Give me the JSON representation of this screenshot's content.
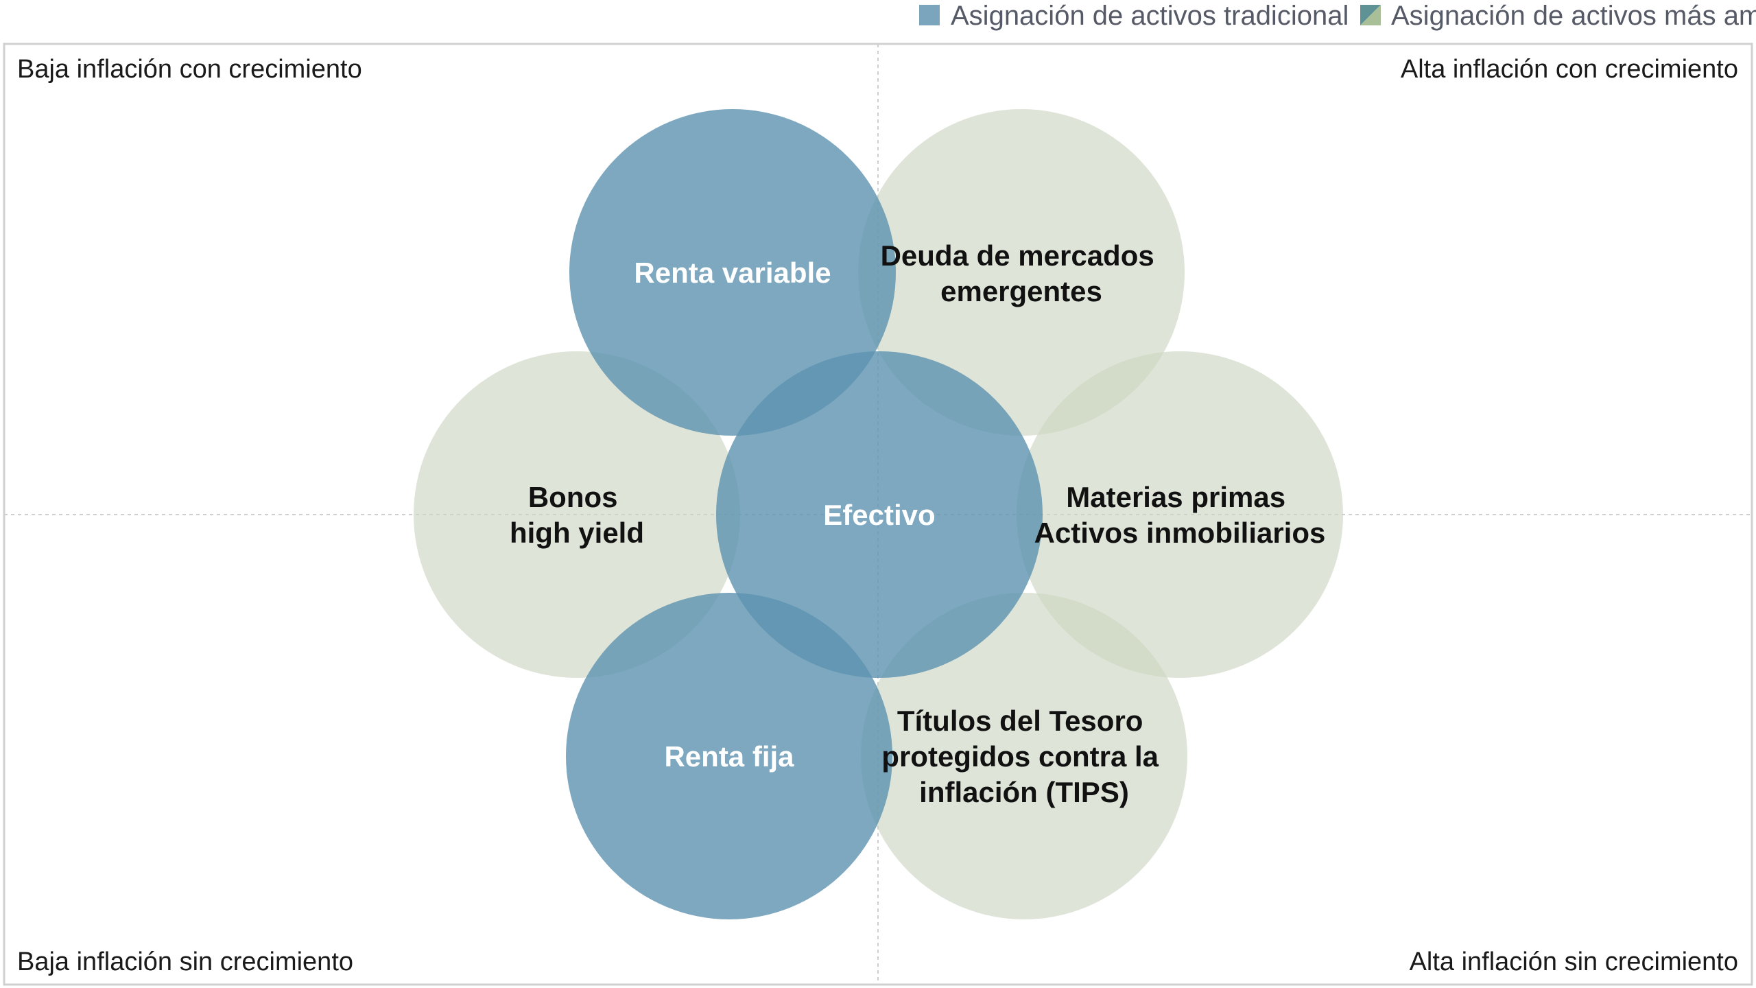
{
  "legend": [
    {
      "label": "Asignación de activos tradicional",
      "color": "#7ba5bc"
    },
    {
      "label": "Asignación de activos más amplia",
      "colors": [
        "#5f9295",
        "#a9bf97"
      ]
    }
  ],
  "quadrants": {
    "top_left": "Baja inflación con crecimiento",
    "top_right": "Alta inflación con crecimiento",
    "bottom_left": "Baja inflación sin crecimiento",
    "bottom_right": "Alta inflación sin crecimiento"
  },
  "circles": {
    "renta_variable": {
      "lines": [
        "Renta variable"
      ],
      "category": "tradicional"
    },
    "deuda": {
      "lines": [
        "Deuda de mercados",
        "emergentes"
      ],
      "category": "más amplia"
    },
    "bonos": {
      "lines": [
        "Bonos",
        "high yield"
      ],
      "category": "más amplia"
    },
    "efectivo": {
      "lines": [
        "Efectivo"
      ],
      "category": "tradicional"
    },
    "materias": {
      "lines": [
        "Materias primas",
        "Activos inmobiliarios"
      ],
      "category": "más amplia"
    },
    "renta_fija": {
      "lines": [
        "Renta fija"
      ],
      "category": "tradicional"
    },
    "tips": {
      "lines": [
        "Títulos del Tesoro",
        "protegidos contra la",
        "inflación (TIPS)"
      ],
      "category": "más amplia"
    }
  }
}
